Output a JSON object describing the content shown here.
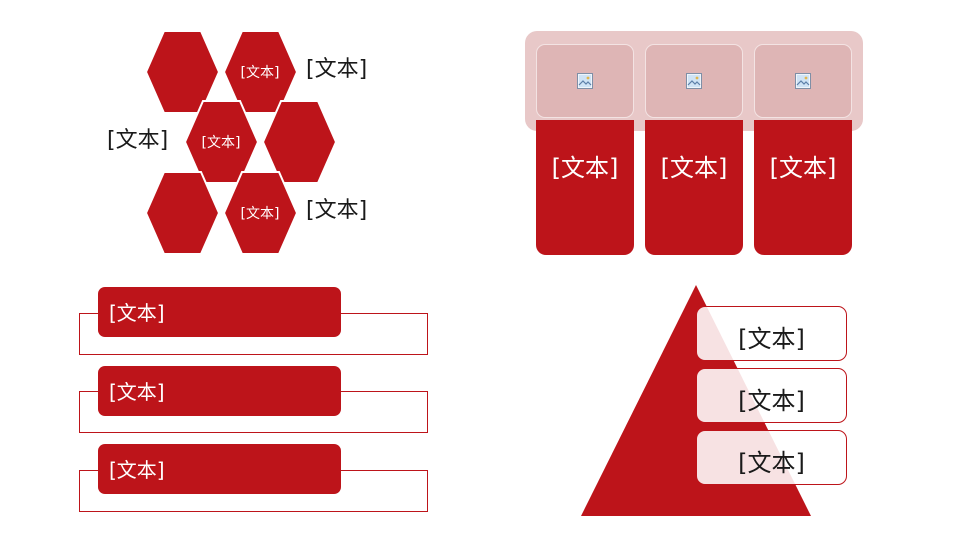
{
  "colors": {
    "accent": "#bd141a",
    "accent_light": "#deb5b5",
    "band": "#e8c8c8"
  },
  "hexagons": {
    "inner_labels": [
      "[文本]",
      "[文本]",
      "[文本]"
    ],
    "outer_labels": [
      "[文本]",
      "[文本]",
      "[文本]"
    ]
  },
  "picture_cards": {
    "icon": "image-placeholder-icon",
    "labels": [
      "[文本]",
      "[文本]",
      "[文本]"
    ]
  },
  "list": {
    "labels": [
      "[文本]",
      "[文本]",
      "[文本]"
    ]
  },
  "pyramid": {
    "labels": [
      "[文本]",
      "[文本]",
      "[文本]"
    ]
  }
}
